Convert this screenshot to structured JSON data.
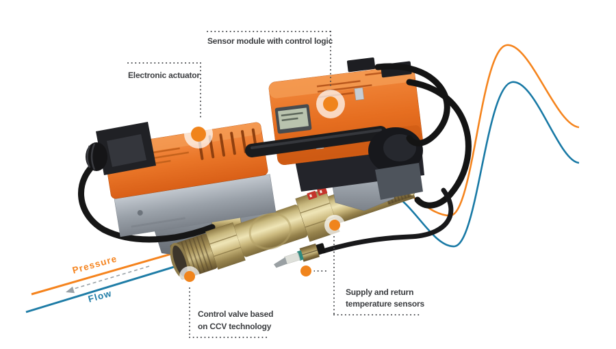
{
  "figure": {
    "kind": "product-callout-diagram",
    "background": "#ffffff"
  },
  "callouts": {
    "sensor_module": {
      "label": "Sensor module with control logic"
    },
    "electronic_actuator": {
      "label": "Electronic actuator"
    },
    "control_valve": {
      "lines": [
        "Control valve based",
        "on CCV technology"
      ]
    },
    "temperature_sensors": {
      "lines": [
        "Supply and return",
        "temperature sensors"
      ]
    }
  },
  "flow_annotations": {
    "pressure": {
      "label": "Pressure",
      "color": "#f5831d"
    },
    "flow": {
      "label": "Flow",
      "color": "#1e7ca6"
    }
  },
  "markers": [
    {
      "target": "electronic-actuator"
    },
    {
      "target": "sensor-module"
    },
    {
      "target": "control-valve"
    },
    {
      "target": "temperature-probe"
    },
    {
      "target": "sensor-pocket"
    }
  ],
  "colors": {
    "marker_orange": "#f0841c",
    "device_orange": "#e8732a",
    "device_gray": "#9aa1a9",
    "brass": "#cdbb80",
    "cable_black": "#141414",
    "leader_dots": "#44464a",
    "label_text": "#3b3d40",
    "pressure_wave": "#f5841d",
    "flow_wave": "#1879a5",
    "dashed_arrow_gray": "#98a0a6"
  }
}
